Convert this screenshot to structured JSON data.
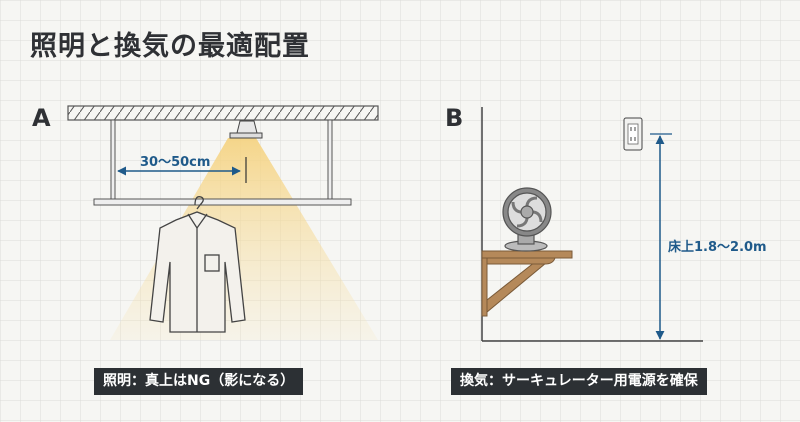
{
  "title": "照明と換気の最適配置",
  "panel_a": {
    "label": "A",
    "dimension": "30〜50cm",
    "caption": "照明：真上はNG（影になる）"
  },
  "panel_b": {
    "label": "B",
    "dimension": "床上1.8〜2.0m",
    "caption": "換気：サーキュレーター用電源を確保"
  },
  "colors": {
    "accent": "#1f5a8a",
    "caption_bg": "#2c3034",
    "light": "#f7dc9a",
    "wood": "#b5895a"
  }
}
